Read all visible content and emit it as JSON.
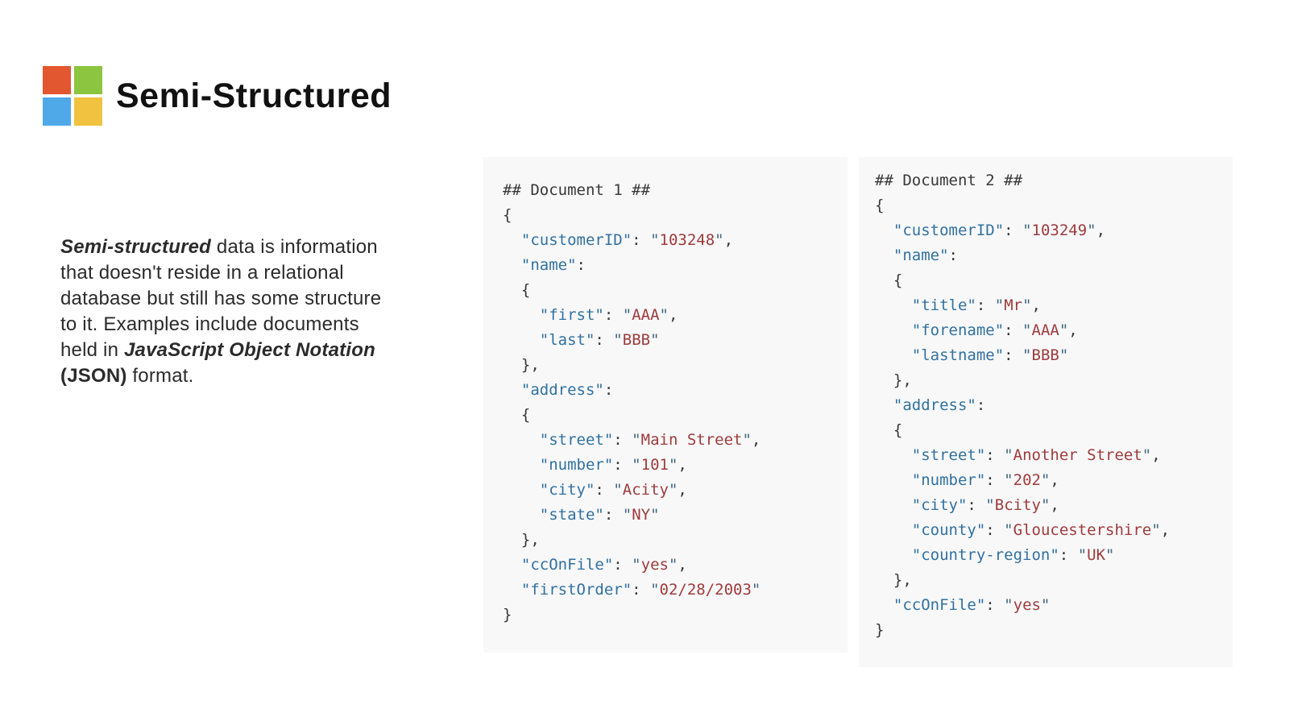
{
  "title": "Semi-Structured",
  "logo": {
    "label": "four-square-logo",
    "colors": {
      "red": "#e2572f",
      "green": "#8cc540",
      "blue": "#4fa8e8",
      "yellow": "#f0c23f"
    }
  },
  "intro": {
    "lines": [
      [
        {
          "style": "bold-italic",
          "text": "Semi-structured"
        },
        {
          "style": "normal",
          "text": " data is information"
        }
      ],
      [
        {
          "style": "normal",
          "text": "that doesn't reside in a relational"
        }
      ],
      [
        {
          "style": "normal",
          "text": "database but still has some structure"
        }
      ],
      [
        {
          "style": "normal",
          "text": "to it. Examples include documents"
        }
      ],
      [
        {
          "style": "normal",
          "text": "held in "
        },
        {
          "style": "bold-italic",
          "text": "JavaScript Object Notation"
        }
      ],
      [
        {
          "style": "bold",
          "text": "(JSON)"
        },
        {
          "style": "normal",
          "text": " format."
        }
      ]
    ]
  },
  "code_style": {
    "background": "#f8f8f9",
    "comment": "#383838",
    "plain": "#383838",
    "key": "#31719f",
    "value": "#9e3b3b",
    "quote": "#44687f"
  },
  "code_panels": [
    {
      "name": "document-1",
      "lines": [
        [
          [
            "c",
            "## Document 1 ##"
          ]
        ],
        [
          [
            "p",
            "{"
          ]
        ],
        [
          [
            "p",
            "  "
          ],
          [
            "k",
            "customerID"
          ],
          [
            "p",
            ": "
          ],
          [
            "v",
            "103248"
          ],
          [
            "p",
            ","
          ]
        ],
        [
          [
            "p",
            "  "
          ],
          [
            "k",
            "name"
          ],
          [
            "p",
            ":"
          ]
        ],
        [
          [
            "p",
            "  {"
          ]
        ],
        [
          [
            "p",
            "    "
          ],
          [
            "k",
            "first"
          ],
          [
            "p",
            ": "
          ],
          [
            "v",
            "AAA"
          ],
          [
            "p",
            ","
          ]
        ],
        [
          [
            "p",
            "    "
          ],
          [
            "k",
            "last"
          ],
          [
            "p",
            ": "
          ],
          [
            "v",
            "BBB"
          ]
        ],
        [
          [
            "p",
            "  },"
          ]
        ],
        [
          [
            "p",
            "  "
          ],
          [
            "k",
            "address"
          ],
          [
            "p",
            ":"
          ]
        ],
        [
          [
            "p",
            "  {"
          ]
        ],
        [
          [
            "p",
            "    "
          ],
          [
            "k",
            "street"
          ],
          [
            "p",
            ": "
          ],
          [
            "v",
            "Main Street"
          ],
          [
            "p",
            ","
          ]
        ],
        [
          [
            "p",
            "    "
          ],
          [
            "k",
            "number"
          ],
          [
            "p",
            ": "
          ],
          [
            "v",
            "101"
          ],
          [
            "p",
            ","
          ]
        ],
        [
          [
            "p",
            "    "
          ],
          [
            "k",
            "city"
          ],
          [
            "p",
            ": "
          ],
          [
            "v",
            "Acity"
          ],
          [
            "p",
            ","
          ]
        ],
        [
          [
            "p",
            "    "
          ],
          [
            "k",
            "state"
          ],
          [
            "p",
            ": "
          ],
          [
            "v",
            "NY"
          ]
        ],
        [
          [
            "p",
            "  },"
          ]
        ],
        [
          [
            "p",
            "  "
          ],
          [
            "k",
            "ccOnFile"
          ],
          [
            "p",
            ": "
          ],
          [
            "v",
            "yes"
          ],
          [
            "p",
            ","
          ]
        ],
        [
          [
            "p",
            "  "
          ],
          [
            "k",
            "firstOrder"
          ],
          [
            "p",
            ": "
          ],
          [
            "v",
            "02/28/2003"
          ]
        ],
        [
          [
            "p",
            "}"
          ]
        ]
      ]
    },
    {
      "name": "document-2",
      "lines": [
        [
          [
            "c",
            "## Document 2 ##"
          ]
        ],
        [
          [
            "p",
            "{"
          ]
        ],
        [
          [
            "p",
            "  "
          ],
          [
            "k",
            "customerID"
          ],
          [
            "p",
            ": "
          ],
          [
            "v",
            "103249"
          ],
          [
            "p",
            ","
          ]
        ],
        [
          [
            "p",
            "  "
          ],
          [
            "k",
            "name"
          ],
          [
            "p",
            ":"
          ]
        ],
        [
          [
            "p",
            "  {"
          ]
        ],
        [
          [
            "p",
            "    "
          ],
          [
            "k",
            "title"
          ],
          [
            "p",
            ": "
          ],
          [
            "v",
            "Mr"
          ],
          [
            "p",
            ","
          ]
        ],
        [
          [
            "p",
            "    "
          ],
          [
            "k",
            "forename"
          ],
          [
            "p",
            ": "
          ],
          [
            "v",
            "AAA"
          ],
          [
            "p",
            ","
          ]
        ],
        [
          [
            "p",
            "    "
          ],
          [
            "k",
            "lastname"
          ],
          [
            "p",
            ": "
          ],
          [
            "v",
            "BBB"
          ]
        ],
        [
          [
            "p",
            "  },"
          ]
        ],
        [
          [
            "p",
            "  "
          ],
          [
            "k",
            "address"
          ],
          [
            "p",
            ":"
          ]
        ],
        [
          [
            "p",
            "  {"
          ]
        ],
        [
          [
            "p",
            "    "
          ],
          [
            "k",
            "street"
          ],
          [
            "p",
            ": "
          ],
          [
            "v",
            "Another Street"
          ],
          [
            "p",
            ","
          ]
        ],
        [
          [
            "p",
            "    "
          ],
          [
            "k",
            "number"
          ],
          [
            "p",
            ": "
          ],
          [
            "v",
            "202"
          ],
          [
            "p",
            ","
          ]
        ],
        [
          [
            "p",
            "    "
          ],
          [
            "k",
            "city"
          ],
          [
            "p",
            ": "
          ],
          [
            "v",
            "Bcity"
          ],
          [
            "p",
            ","
          ]
        ],
        [
          [
            "p",
            "    "
          ],
          [
            "k",
            "county"
          ],
          [
            "p",
            ": "
          ],
          [
            "v",
            "Gloucestershire"
          ],
          [
            "p",
            ","
          ]
        ],
        [
          [
            "p",
            "    "
          ],
          [
            "k",
            "country-region"
          ],
          [
            "p",
            ": "
          ],
          [
            "v",
            "UK"
          ]
        ],
        [
          [
            "p",
            "  },"
          ]
        ],
        [
          [
            "p",
            "  "
          ],
          [
            "k",
            "ccOnFile"
          ],
          [
            "p",
            ": "
          ],
          [
            "v",
            "yes"
          ]
        ],
        [
          [
            "p",
            "}"
          ]
        ]
      ]
    }
  ]
}
